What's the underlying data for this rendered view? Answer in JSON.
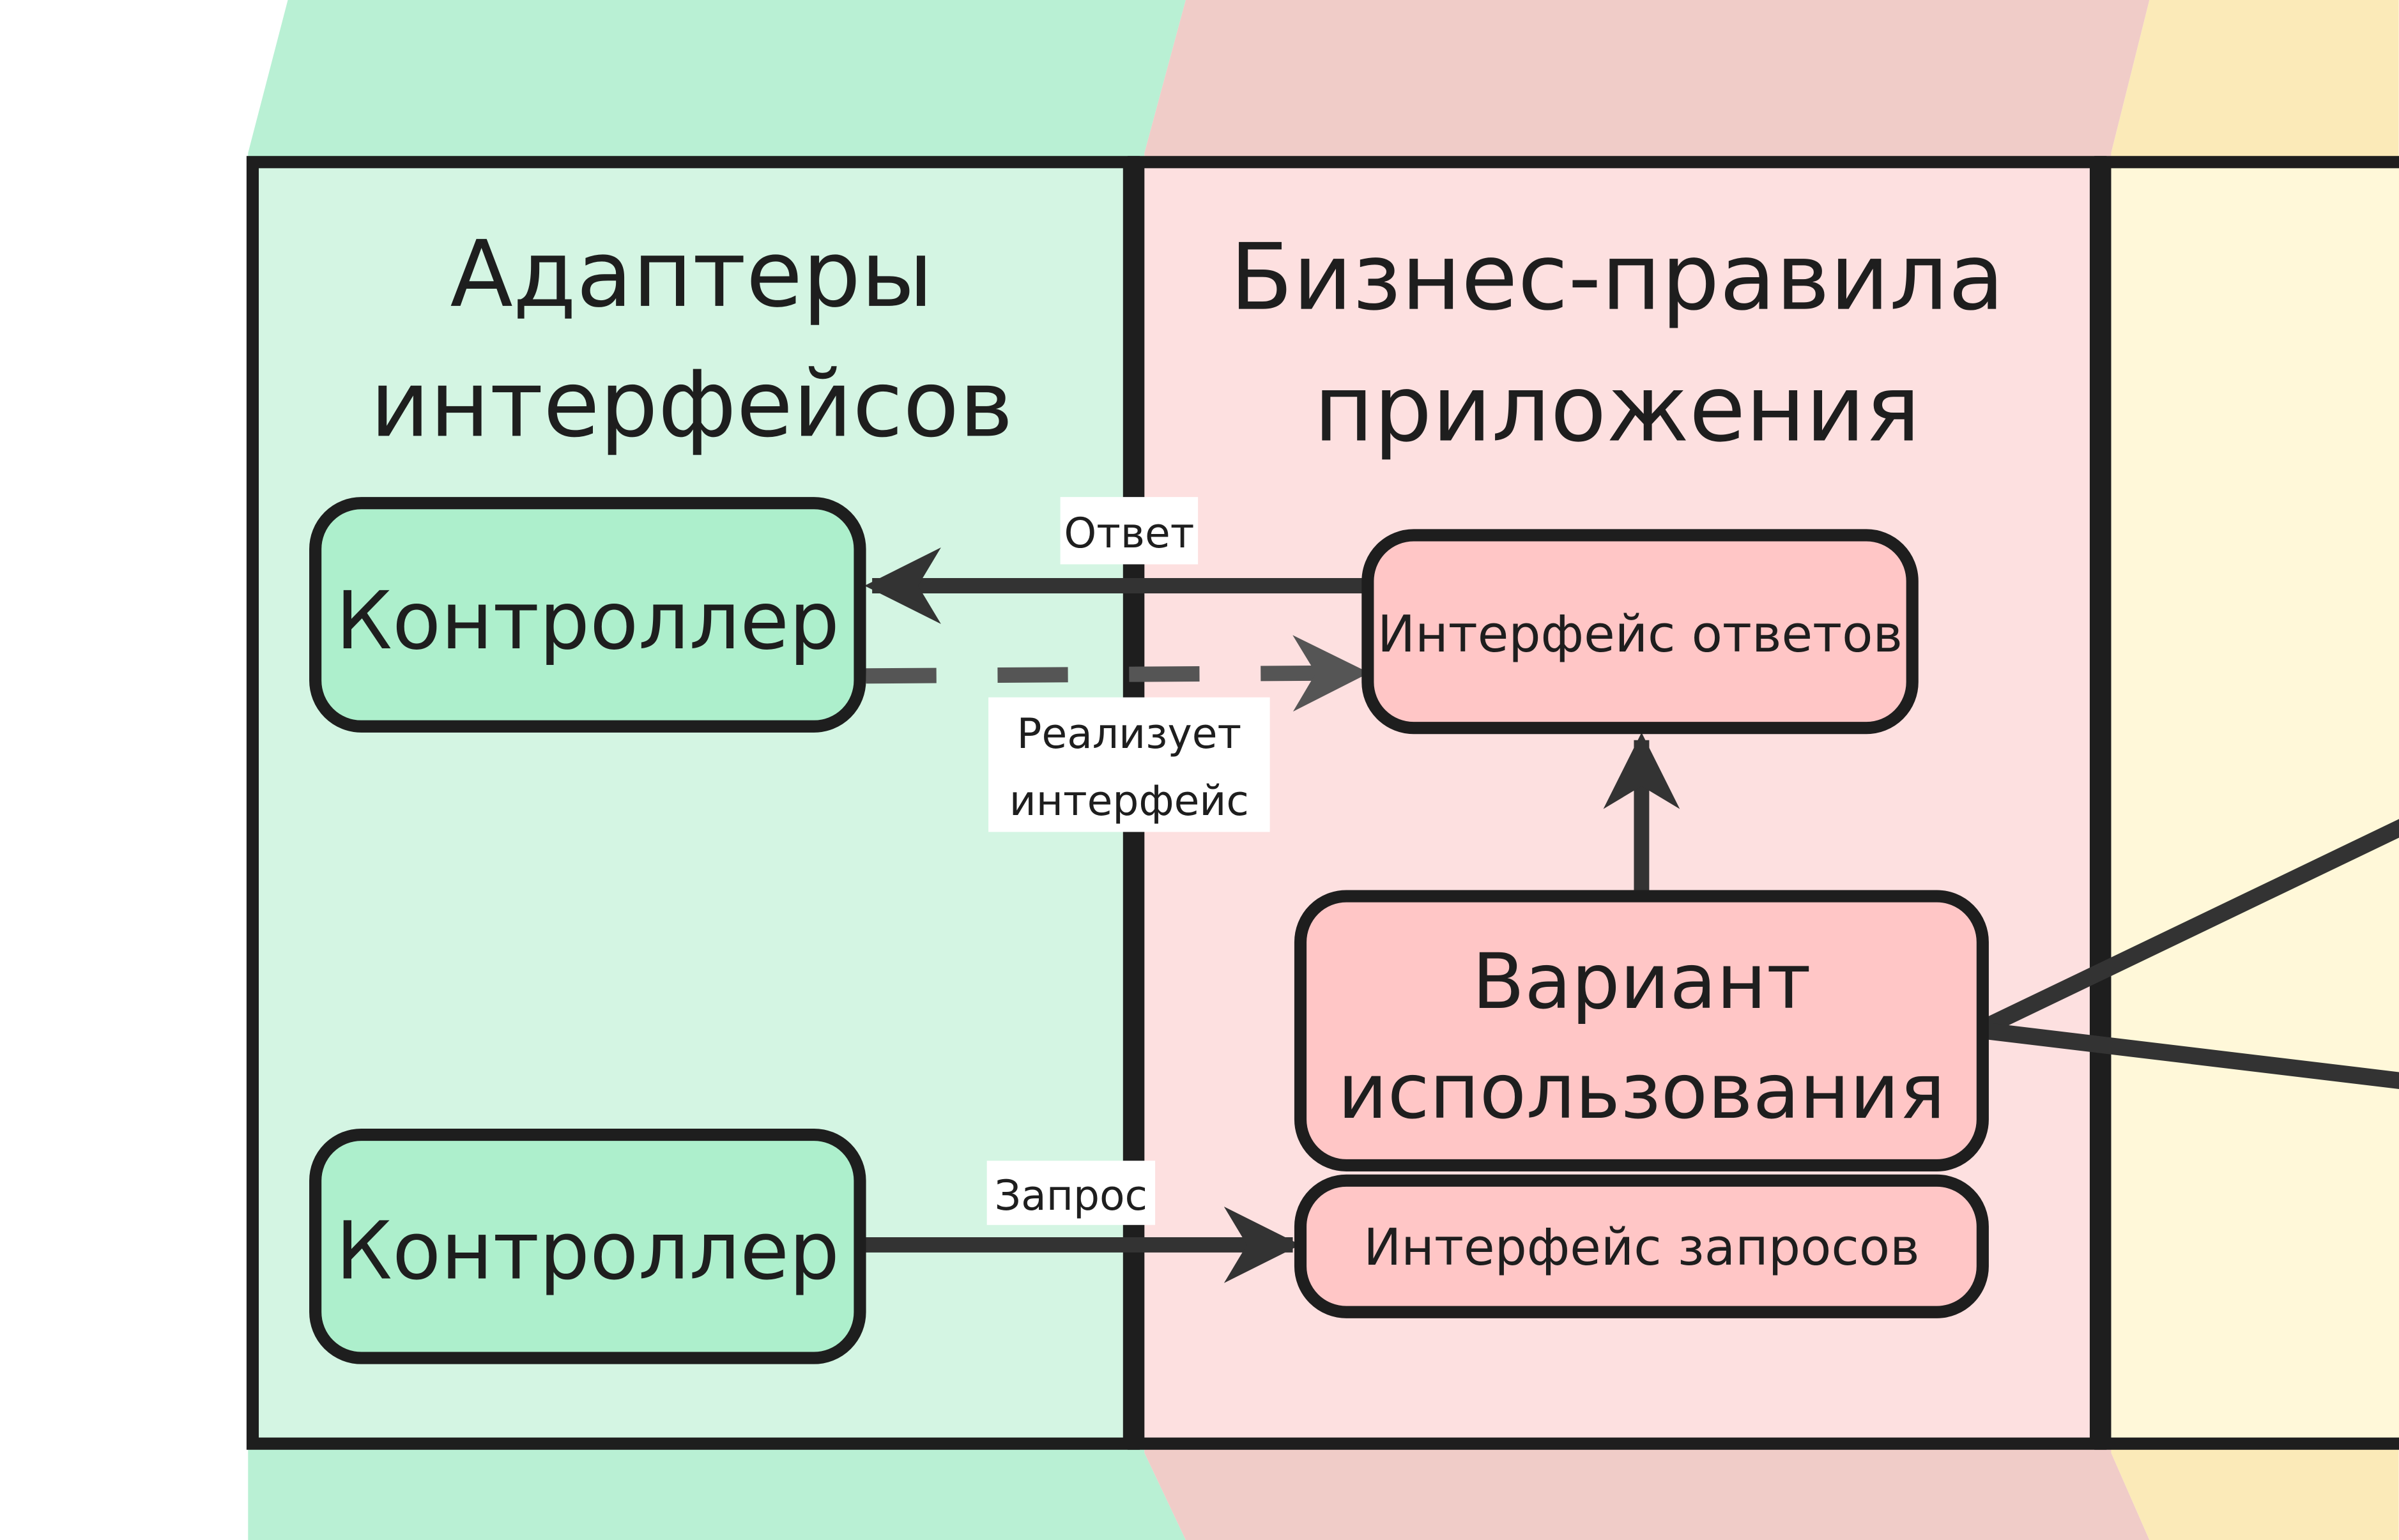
{
  "colors": {
    "green_band": "#b9f0d4",
    "green_panel": "#d4f5e3",
    "green_box": "#adefcc",
    "pink_band": "#f0ccc8",
    "pink_panel": "#fde0e0",
    "pink_box": "#ffc6c6",
    "yellow_band": "#fbeab8",
    "yellow_panel": "#fff8d9",
    "stroke": "#1e1e1e",
    "arrow": "#333333",
    "dashed_arrow": "#555555"
  },
  "sections": {
    "adapters": {
      "title_line1": "Адаптеры",
      "title_line2": "интерфейсов"
    },
    "business": {
      "title_line1": "Бизнес-правила",
      "title_line2": "приложения"
    }
  },
  "nodes": {
    "controller_top": "Контроллер",
    "controller_bottom": "Контроллер",
    "response_interface": "Интерфейс ответов",
    "use_case_line1": "Вариант",
    "use_case_line2": "использования",
    "request_interface": "Интерфейс запросов"
  },
  "edges": {
    "response": "Ответ",
    "implements_line1": "Реализует",
    "implements_line2": "интерфейс",
    "request": "Запрос"
  }
}
